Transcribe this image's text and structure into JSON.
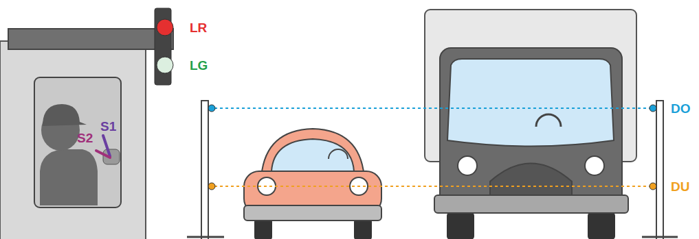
{
  "diagram": {
    "labels": [
      "LR",
      "LG",
      "S1",
      "S2",
      "DO",
      "DU"
    ]
  }
}
